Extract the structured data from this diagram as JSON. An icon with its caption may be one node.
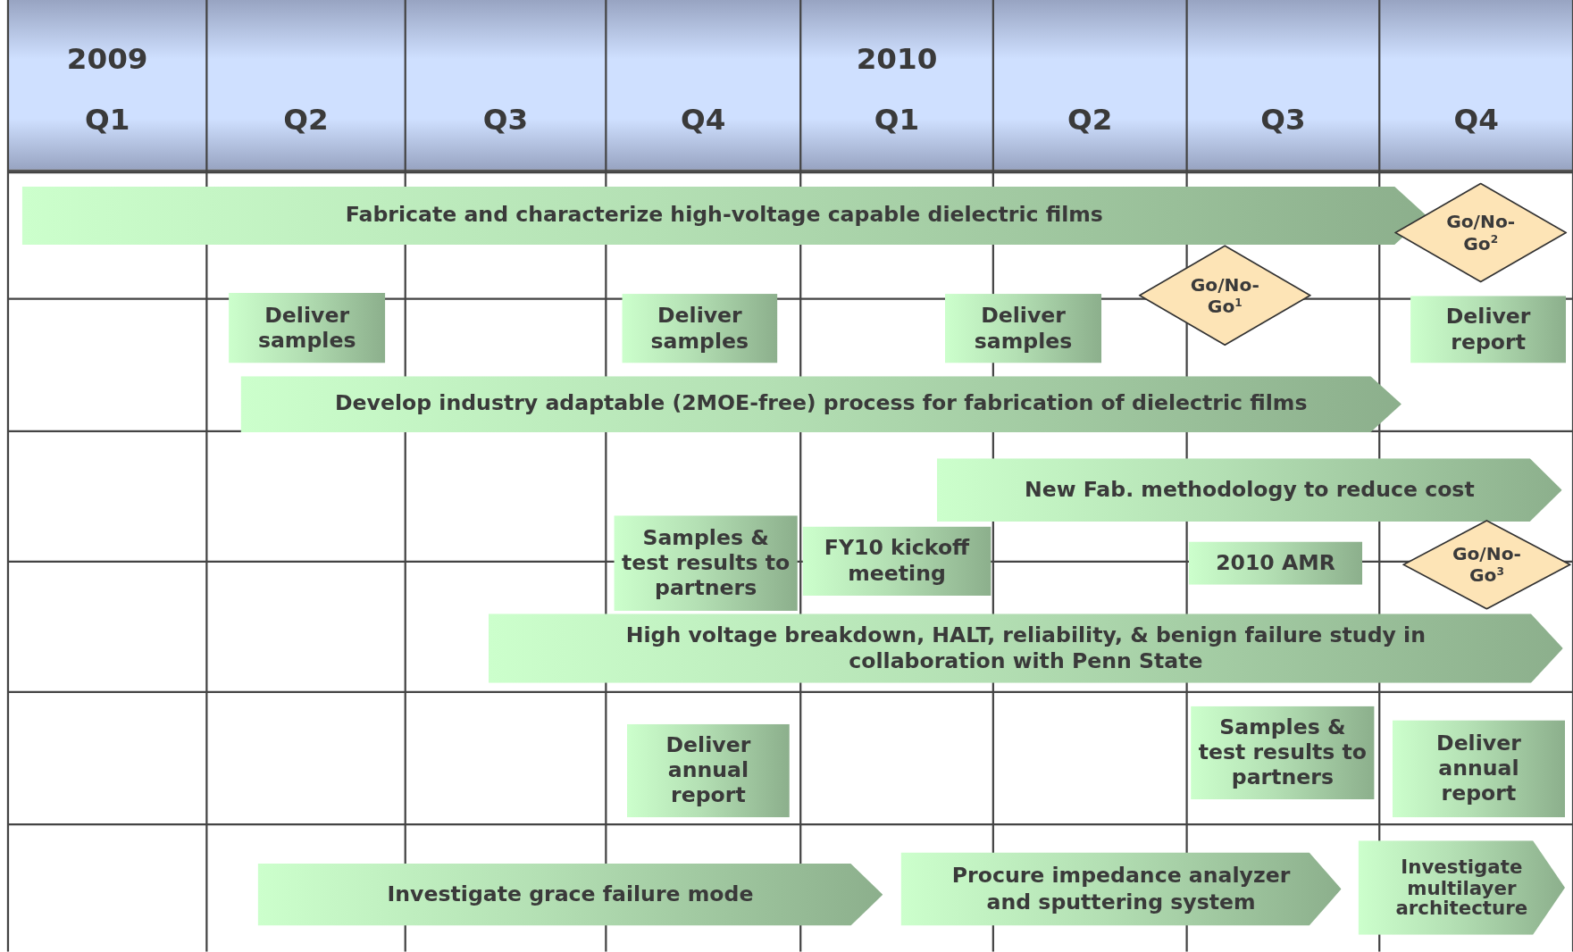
{
  "diagram": {
    "nodes": [
      {
        "text": [
          "Fabricate and characterize high-voltage capable dielectric films"
        ]
      },
      {
        "text": [
          "Go/No-Go$^{2}$"
        ]
      },
      {
        "text": [
          "Go/No-Go$^{1}$"
        ]
      },
      {
        "text": [
          "Deliver samples"
        ]
      },
      {
        "text": [
          "Deliver samples"
        ]
      },
      {
        "text": [
          "Deliver samples"
        ]
      },
      {
        "text": [
          "Deliver report"
        ]
      },
      {
        "text": [
          "Develop industry adaptable (2MOE-free) process for fabrication of dielectric films"
        ]
      },
      {
        "text": [
          "New Fab. methodology to reduce cost"
        ]
      },
      {
        "text": [
          "Samples & test results to partners"
        ]
      },
      {
        "text": [
          "FY10 kickoff meeting"
        ]
      },
      {
        "text": [
          "2010 AMR"
        ]
      },
      {
        "text": [
          "Go/No-Go$^{3}$"
        ]
      },
      {
        "text": [
          "High voltage breakdown, HALT, reliability, & benign failure study in collaboration with Penn State"
        ]
      },
      {
        "text": [
          "Deliver annual report"
        ]
      },
      {
        "text": [
          "Samples & test results to partners"
        ]
      },
      {
        "text": [
          "Deliver annual report"
        ]
      },
      {
        "text": [
          "Investigate grace failure mode"
        ]
      },
      {
        "text": [
          "Procure impedance analyzer and sputtering system"
        ]
      },
      {
        "text": [
          "Investigate multilayer architecture"
        ]
      }
    ],
    "labels": [
      "2009",
      "2010",
      "Q1",
      "Q2",
      "Q3",
      "Q4",
      "Q1",
      "Q2",
      "Q3",
      "Q4"
    ]
  }
}
